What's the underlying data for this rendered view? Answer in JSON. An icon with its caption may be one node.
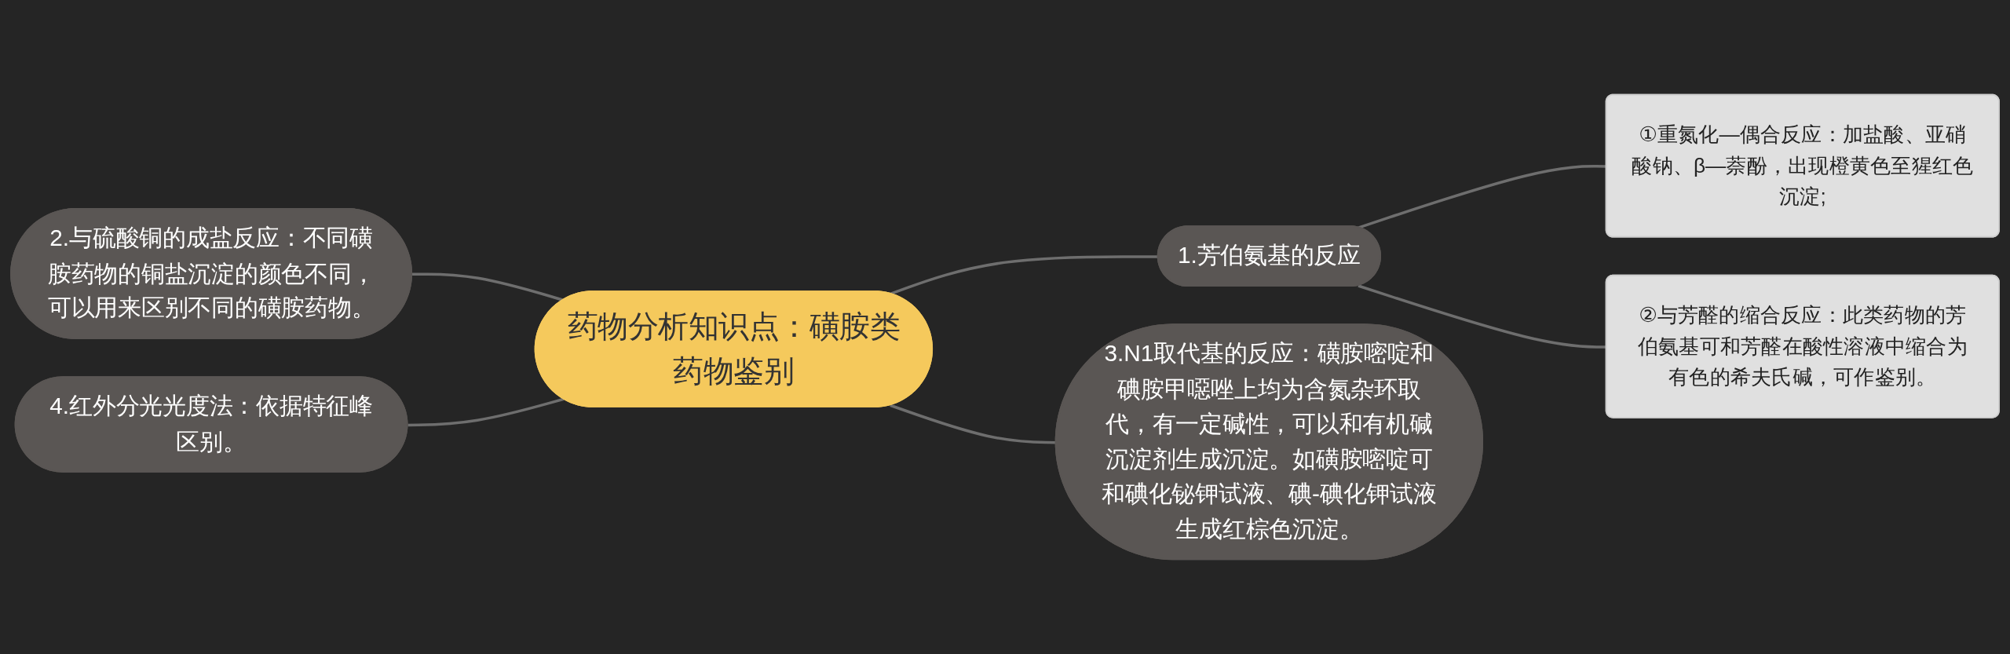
{
  "diagram": {
    "nodes": [
      {
        "text": [
          "药物分析知识点：磺胺类药物鉴别"
        ]
      },
      {
        "text": [
          "1.芳伯氨基的反应"
        ]
      },
      {
        "text": [
          "①重氮化—偶合反应：加盐酸、亚硝酸钠、β—萘酚，出现橙黄色至猩红色沉淀;"
        ]
      },
      {
        "text": [
          "②与芳醛的缩合反应：此类药物的芳伯氨基可和芳醛在酸性溶液中缩合为有色的希夫氏碱，可作鉴别。"
        ]
      },
      {
        "text": [
          "2.与硫酸铜的成盐反应：不同磺胺药物的铜盐沉淀的颜色不同，可以用来区别不同的磺胺药物。"
        ]
      },
      {
        "text": [
          "3.N1取代基的反应：磺胺嘧啶和碘胺甲噁唑上均为含氮杂环取代，有一定碱性，可以和有机碱沉淀剂生成沉淀。如磺胺嘧啶可和碘化铋钾试液、碘-碘化钾试液生成红棕色沉淀。"
        ]
      },
      {
        "text": [
          "4.红外分光光度法：依据特征峰区别。"
        ]
      }
    ],
    "edges": [
      {
        "from": 0,
        "to": 1,
        "arrow": "none"
      },
      {
        "from": 1,
        "to": 2,
        "arrow": "none"
      },
      {
        "from": 1,
        "to": 3,
        "arrow": "none"
      },
      {
        "from": 4,
        "to": 0,
        "arrow": "none"
      },
      {
        "from": 0,
        "to": 5,
        "arrow": "none"
      },
      {
        "from": 6,
        "to": 0,
        "arrow": "none"
      }
    ]
  }
}
